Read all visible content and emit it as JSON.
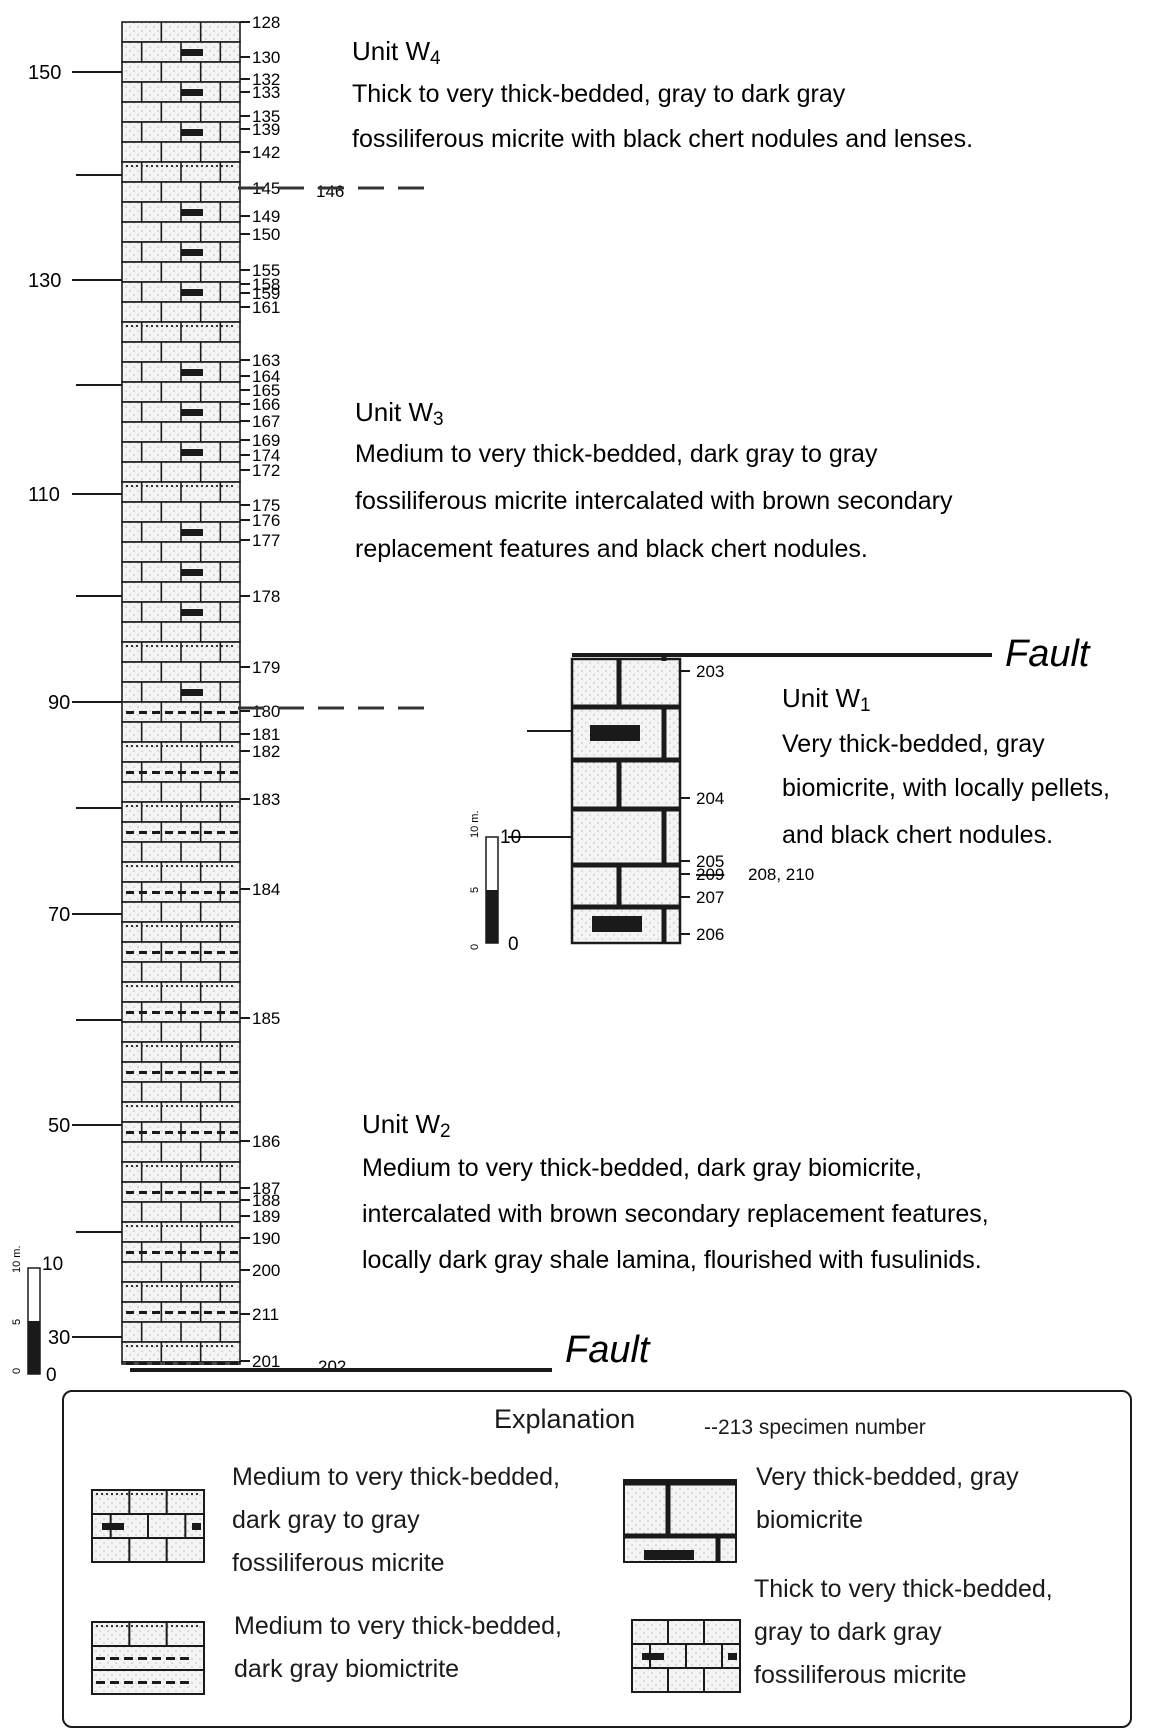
{
  "units": {
    "w4": {
      "title_main": "Unit W",
      "title_sub": "4",
      "lines": [
        "Thick to very thick-bedded, gray to dark gray",
        "fossiliferous micrite with black chert nodules and lenses."
      ]
    },
    "w3": {
      "title_main": "Unit W",
      "title_sub": "3",
      "lines": [
        "Medium to very thick-bedded, dark gray to gray",
        "fossiliferous micrite intercalated with brown secondary",
        "replacement features and black chert nodules."
      ]
    },
    "w2": {
      "title_main": "Unit W",
      "title_sub": "2",
      "lines": [
        "Medium to very thick-bedded, dark gray biomicrite,",
        "intercalated with brown secondary replacement features,",
        "locally dark gray shale lamina, flourished with fusulinids."
      ]
    },
    "w1": {
      "title_main": "Unit W",
      "title_sub": "1",
      "lines": [
        "Very thick-bedded, gray",
        "biomicrite, with locally pellets,",
        "and black chert nodules."
      ]
    }
  },
  "fault_label": "Fault",
  "main_column": {
    "thickness_ticks": [
      "150",
      "130",
      "110",
      "90",
      "70",
      "50",
      "30"
    ],
    "specimens": [
      "128",
      "130",
      "132",
      "133",
      "135",
      "139",
      "142",
      "145",
      "146",
      "149",
      "150",
      "155",
      "158",
      "159",
      "161",
      "163",
      "164",
      "165",
      "166",
      "167",
      "169",
      "174",
      "172",
      "175",
      "176",
      "177",
      "178",
      "179",
      "180",
      "181",
      "182",
      "183",
      "184",
      "185",
      "186",
      "187",
      "188",
      "189",
      "190",
      "200",
      "211",
      "201",
      "202"
    ]
  },
  "w1_column": {
    "specimens": [
      "203",
      "204",
      "205",
      "209",
      "208, 210",
      "207",
      "206"
    ]
  },
  "scale_bar": {
    "unit": "10 m.",
    "ticks": [
      "0",
      "5",
      "10"
    ],
    "labels": [
      "0",
      "10"
    ]
  },
  "explanation": {
    "title": "Explanation",
    "specimen_note": "--213 specimen number",
    "items": [
      {
        "pattern": "micrite-fossiliferous-dark",
        "lines": [
          "Medium to very thick-bedded,",
          "dark gray to gray",
          "fossiliferous micrite"
        ]
      },
      {
        "pattern": "biomicrite-very-thick",
        "lines": [
          "Very thick-bedded, gray",
          "biomicrite"
        ]
      },
      {
        "pattern": "biomicrite-shale",
        "lines": [
          "Medium to very thick-bedded,",
          "dark gray biomictrite"
        ]
      },
      {
        "pattern": "micrite-fossiliferous-gray",
        "lines": [
          "Thick to very thick-bedded,",
          "gray to dark gray",
          "fossiliferous micrite"
        ]
      }
    ]
  }
}
